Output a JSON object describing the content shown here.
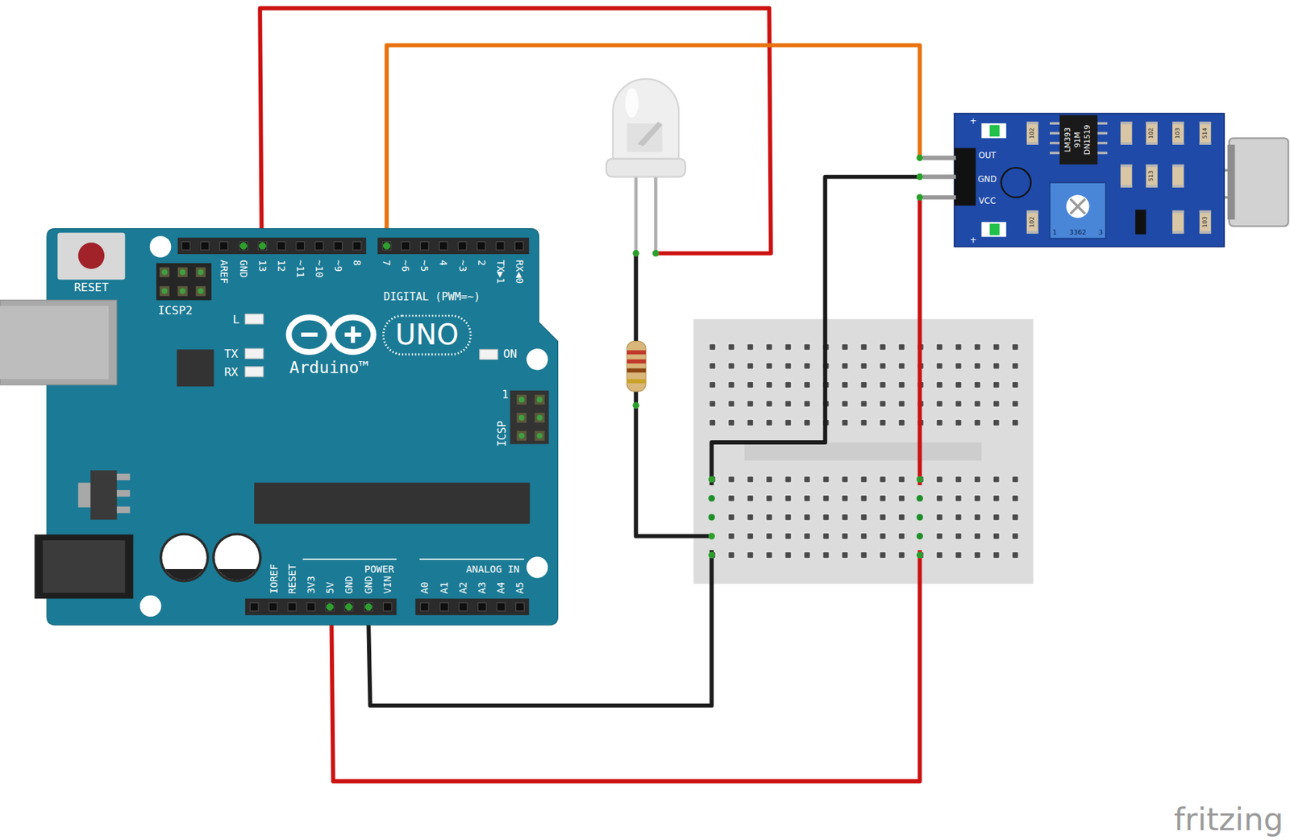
{
  "diagram": {
    "nodes": [
      {
        "text": [
          "RESET",
          "ICSP2",
          "L",
          "TX",
          "RX",
          "AREF",
          "GND",
          "13",
          "12",
          "~11",
          "~10",
          "~9",
          "8",
          "7",
          "~6",
          "~5",
          "4",
          "~3",
          "2",
          "TX▶1",
          "RX◀0",
          "DIGITAL (PWM=~)",
          "UNO",
          "Arduino™",
          "ON",
          "1",
          "ICSP",
          "IOREF",
          "RESET",
          "3V3",
          "5V",
          "GND",
          "GND",
          "VIN",
          "POWER",
          "ANALOG IN",
          "A0",
          "A1",
          "A2",
          "A3",
          "A4",
          "A5"
        ]
      },
      {
        "text": [
          "OUT",
          "GND",
          "VCC",
          "LM393",
          "91M",
          "DN1519",
          "102",
          "102",
          "103",
          "514",
          "513",
          "102",
          "103",
          "1",
          "3362",
          "3",
          "+",
          "+"
        ]
      }
    ],
    "edges": [
      {
        "from": 0,
        "to": 1,
        "arrow": "none"
      },
      {
        "from": 0,
        "to": 1,
        "arrow": "none"
      },
      {
        "from": 0,
        "to": 1,
        "arrow": "none"
      }
    ],
    "labels": [
      "fritzing"
    ]
  }
}
